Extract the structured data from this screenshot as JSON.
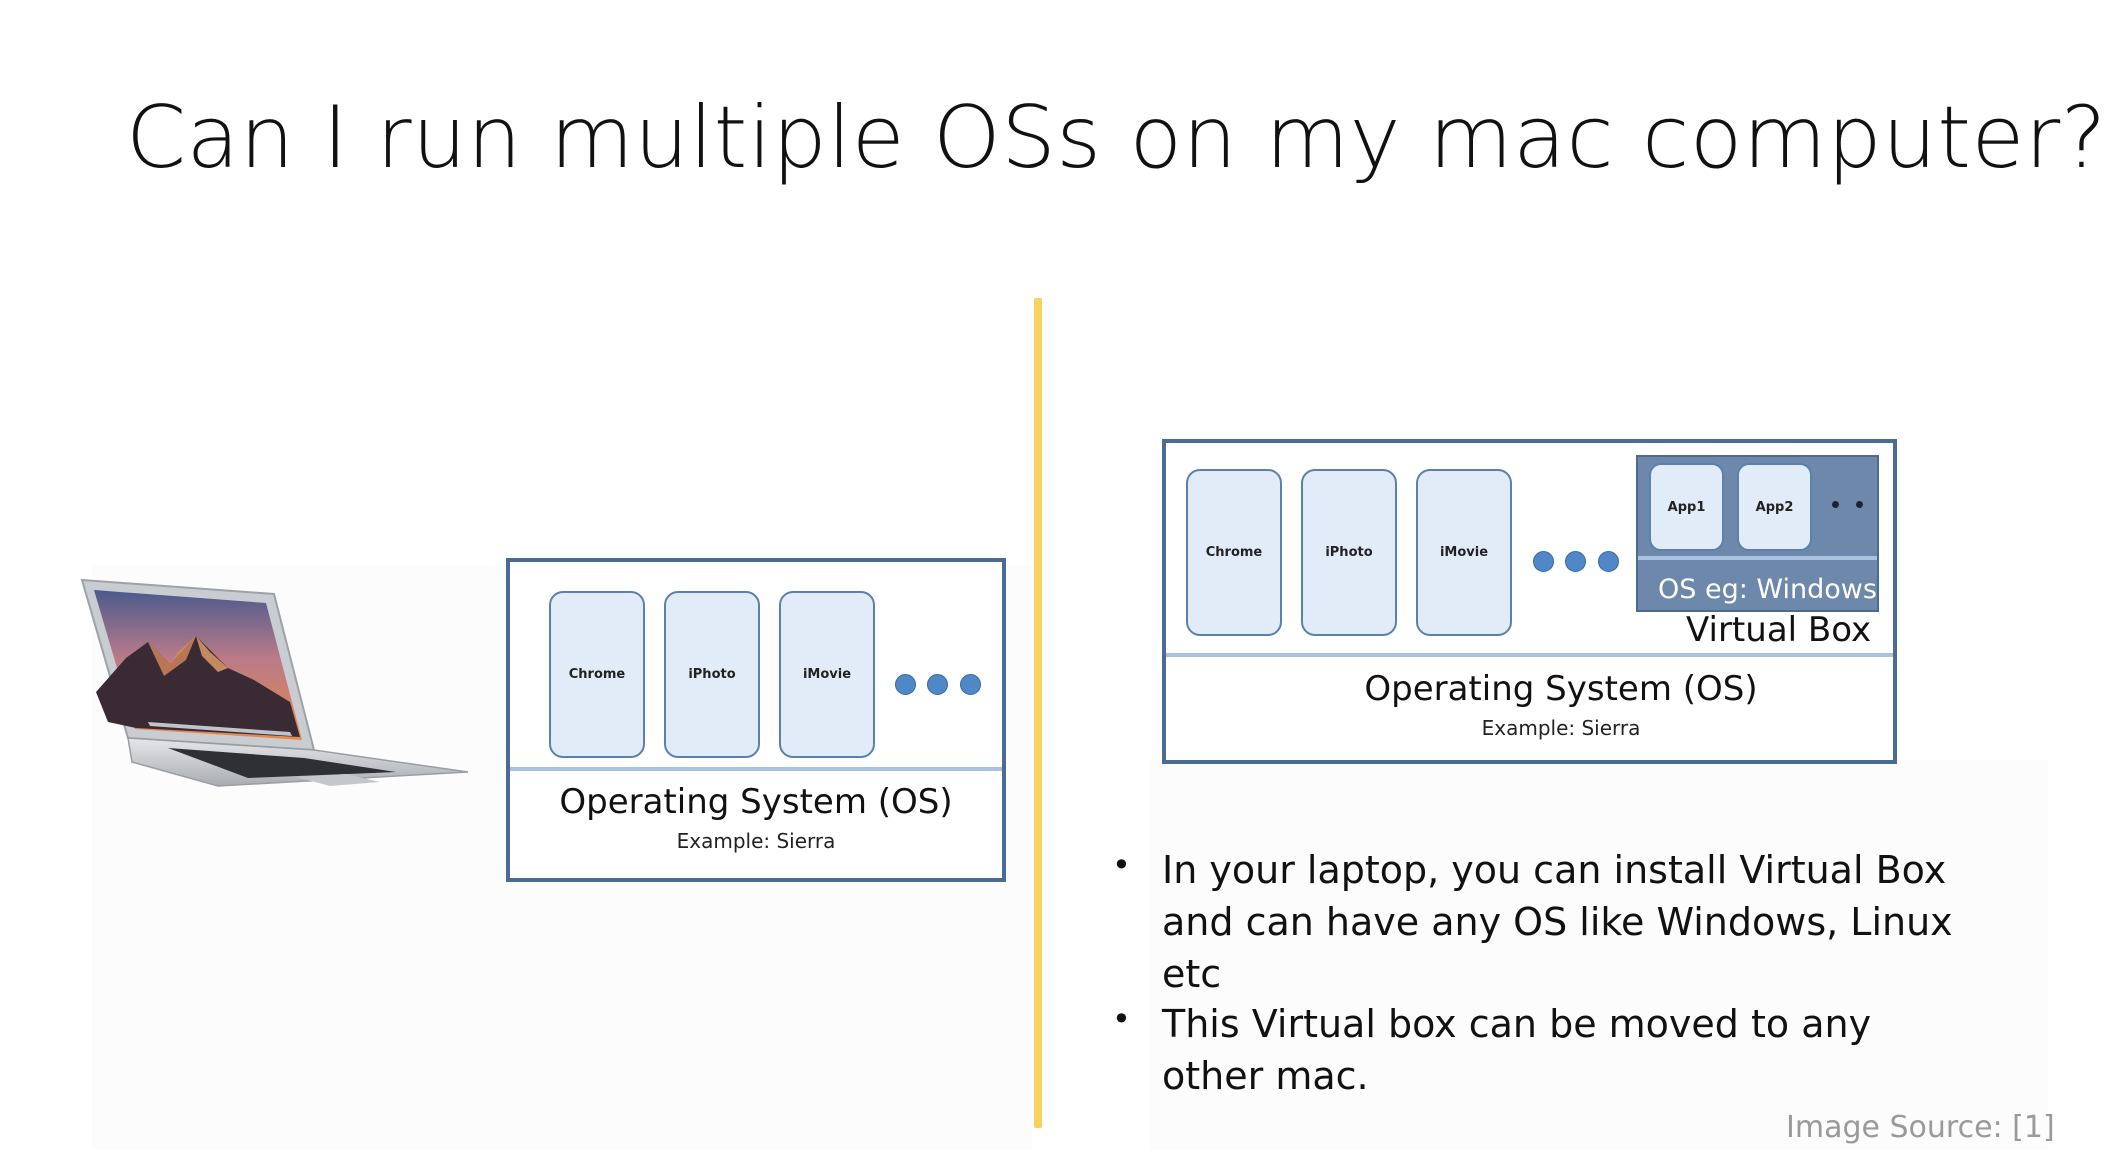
{
  "slide": {
    "title": "Can I run multiple OSs on my mac computer?",
    "image_source": "Image Source: [1]"
  },
  "left_diagram": {
    "apps": [
      "Chrome",
      "iPhoto",
      "iMovie"
    ],
    "os_label": "Operating System (OS)",
    "os_example": "Example: Sierra"
  },
  "right_diagram": {
    "apps": [
      "Chrome",
      "iPhoto",
      "iMovie"
    ],
    "virtual_box": {
      "apps": [
        "App1",
        "App2"
      ],
      "os_label": "OS eg: Windows",
      "label": "Virtual Box"
    },
    "os_label": "Operating System (OS)",
    "os_example": "Example: Sierra"
  },
  "bullets": [
    "In your laptop, you can install Virtual Box and can have any OS like Windows, Linux etc",
    "This Virtual box can be moved to any other mac."
  ],
  "colors": {
    "divider": "#f5d35c",
    "box_border": "#4a6c92",
    "app_fill": "#e2ecf8",
    "dot_fill": "#4f87c7",
    "virtual_box_fill": "#6d88ab"
  }
}
